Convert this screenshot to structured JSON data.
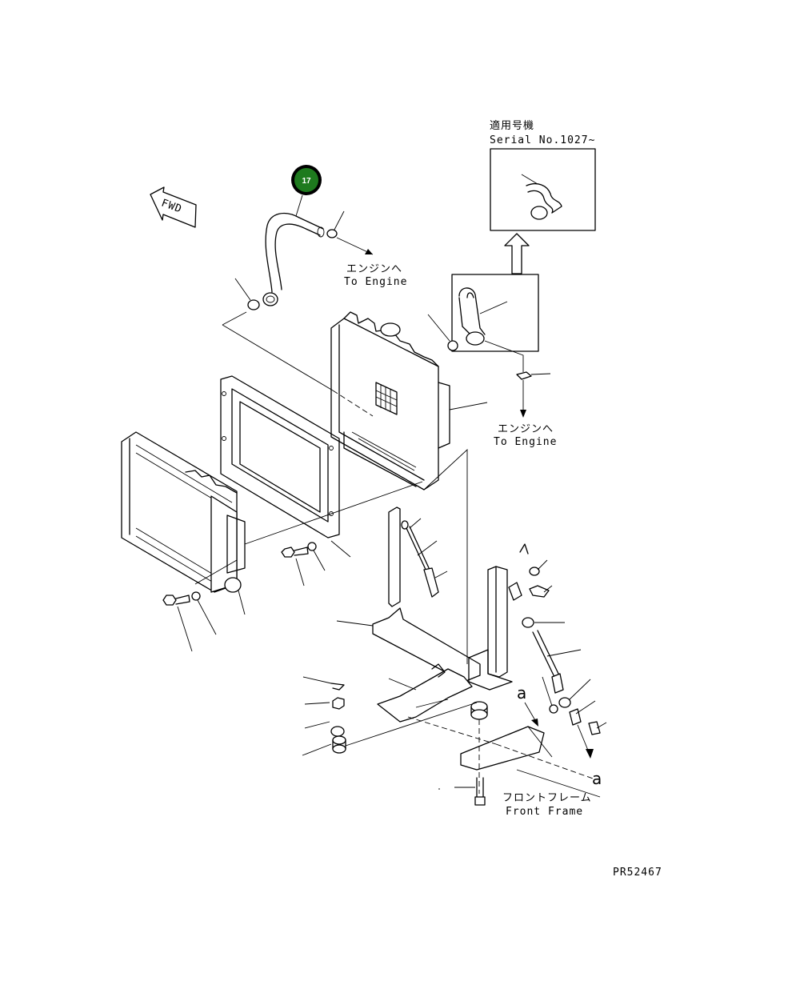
{
  "fwd_label": "FWD",
  "serial_title_jp": "適用号機",
  "serial_number": "Serial No.1027~",
  "to_engine_upper_jp": "エンジンへ",
  "to_engine_upper_en": "To Engine",
  "to_engine_right_jp": "エンジンへ",
  "to_engine_right_en": "To Engine",
  "front_frame_jp": "フロントフレーム",
  "front_frame_en": "Front Frame",
  "detail_mark_a1": "a",
  "detail_mark_a2": "a",
  "part_badge": "17",
  "drawing_number": "PR52467",
  "colors": {
    "badge_fill": "#1e7a1e",
    "badge_ring": "#000000",
    "line": "#000000"
  }
}
